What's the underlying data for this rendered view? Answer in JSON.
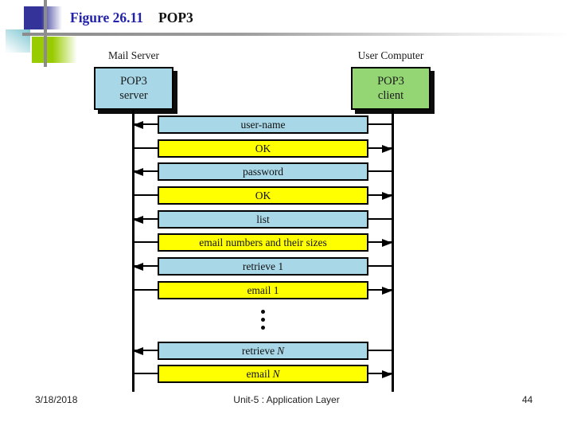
{
  "title": {
    "figure": "Figure 26.11",
    "topic": "POP3"
  },
  "diagram": {
    "server_label": "Mail Server",
    "client_label": "User Computer",
    "server_box": {
      "line1": "POP3",
      "line2": "server"
    },
    "client_box": {
      "line1": "POP3",
      "line2": "client"
    },
    "messages": [
      {
        "text": "user-name",
        "fill": "blue",
        "direction": "to-server"
      },
      {
        "text": "OK",
        "fill": "yellow",
        "direction": "to-client"
      },
      {
        "text": "password",
        "fill": "blue",
        "direction": "to-server"
      },
      {
        "text": "OK",
        "fill": "yellow",
        "direction": "to-client"
      },
      {
        "text": "list",
        "fill": "blue",
        "direction": "to-server"
      },
      {
        "text": "email numbers and their sizes",
        "fill": "yellow",
        "direction": "to-client"
      },
      {
        "text": "retrieve 1",
        "fill": "blue",
        "direction": "to-server"
      },
      {
        "text": "email 1",
        "fill": "yellow",
        "direction": "to-client"
      },
      {
        "text": "retrieve",
        "italic_suffix": "N",
        "fill": "blue",
        "direction": "to-server"
      },
      {
        "text": "email",
        "italic_suffix": "N",
        "fill": "yellow",
        "direction": "to-client"
      }
    ]
  },
  "footer": {
    "date": "3/18/2018",
    "center": "Unit-5 : Application Layer",
    "page": "44"
  },
  "colors": {
    "title_blue": "#2222aa",
    "message_blue": "#a8d8e8",
    "message_yellow": "#ffff00",
    "server_box_fill": "#a8d8e8",
    "client_box_fill": "#94d674",
    "deco_navy": "#333399",
    "deco_teal": "#7fc6d1",
    "deco_green": "#99cc00",
    "line_gray": "#8c8c8c"
  }
}
